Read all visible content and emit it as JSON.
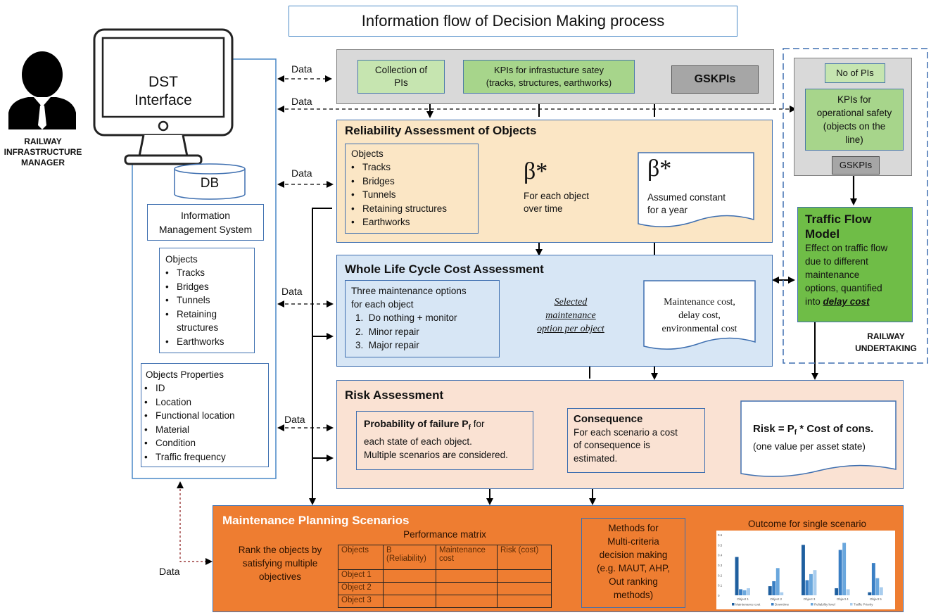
{
  "title": "Information flow of Decision Making process",
  "manager": {
    "line1": "RAILWAY",
    "line2": "INFRASTRUCTURE",
    "line3": "MANAGER"
  },
  "monitor": {
    "line1": "DST",
    "line2": "Interface"
  },
  "db": {
    "label": "DB",
    "ims_line1": "Information",
    "ims_line2": "Management System"
  },
  "db_objects": {
    "heading": "Objects",
    "items": [
      "Tracks",
      "Bridges",
      "Tunnels",
      "Retaining structures",
      "Earthworks"
    ]
  },
  "db_props": {
    "heading": "Objects Properties",
    "items": [
      "ID",
      "Location",
      "Functional location",
      "Material",
      "Condition",
      "Traffic frequency"
    ]
  },
  "data_labels": [
    "Data",
    "Data",
    "Data",
    "Data",
    "Data",
    "Data"
  ],
  "kpi_row": {
    "collection_line1": "Collection of",
    "collection_line2": "PIs",
    "kpis_line1": "KPIs for infrastucture satey",
    "kpis_line2": "(tracks, structures, earthworks)",
    "gskpis": "GSKPIs"
  },
  "reliability": {
    "heading": "Reliability Assessment of Objects",
    "objects_heading": "Objects",
    "objects": [
      "Tracks",
      "Bridges",
      "Tunnels",
      "Retaining structures",
      "Earthworks"
    ],
    "beta1_symbol": "β*",
    "beta1_line1": "For each object",
    "beta1_line2": "over time",
    "beta2_symbol": "β*",
    "beta2_line1": "Assumed constant",
    "beta2_line2": "for a year"
  },
  "wlcc": {
    "heading": "Whole Life Cycle Cost Assessment",
    "options_line1": "Three maintenance options",
    "options_line2": "for each object",
    "options": [
      "1.  Do nothing + monitor",
      "2.  Minor repair",
      "3.  Major repair"
    ],
    "selected_line1": "Selected",
    "selected_line2": "maintenance",
    "selected_line3": "option per object",
    "costs_line1": "Maintenance cost,",
    "costs_line2": "delay cost,",
    "costs_line3": "environmental cost"
  },
  "risk": {
    "heading": "Risk Assessment",
    "pof_bold": "Probability of failure P",
    "pof_sub": "f",
    "pof_rest": " for",
    "pof_line2": "each state of each object.",
    "pof_line3": "Multiple scenarios are considered.",
    "cons_heading": "Consequence",
    "cons_line1": "For each scenario a cost",
    "cons_line2": "of consequence is",
    "cons_line3": "estimated.",
    "risk_bold": "Risk = P",
    "risk_sub": "f",
    "risk_rest": " * Cost of cons.",
    "risk_line2": "(one value per asset state)"
  },
  "operator": {
    "no_pis": "No of PIs",
    "kpis_line1": "KPIs for",
    "kpis_line2": "operational safety",
    "kpis_line3": "(objects on the",
    "kpis_line4": "line)",
    "gskpis": "GSKPIs",
    "tfm_line1": "Traffic Flow",
    "tfm_line2": "Model",
    "tfm_desc1": "Effect on traffic flow",
    "tfm_desc2": "due to different",
    "tfm_desc3": "maintenance",
    "tfm_desc4": "options, quantified",
    "tfm_desc5_pre": "into ",
    "tfm_desc5_em": "delay cost",
    "undertaking_line1": "RAILWAY",
    "undertaking_line2": "UNDERTAKING"
  },
  "planning": {
    "heading": "Maintenance Planning Scenarios",
    "rank_line1": "Rank the objects by",
    "rank_line2": "satisfying multiple",
    "rank_line3": "objectives",
    "matrix_title": "Performance matrix",
    "matrix_headers": [
      "Objects",
      "B (Reliability)",
      "Maintenance cost",
      "Risk (cost)"
    ],
    "matrix_rows": [
      "Object 1",
      "Object 2",
      "Object 3"
    ],
    "methods_line1": "Methods for",
    "methods_line2": "Multi-criteria",
    "methods_line3": "decision making",
    "methods_line4": "(e.g. MAUT, AHP,",
    "methods_line5": "Out ranking",
    "methods_line6": "methods)",
    "outcome_title": "Outcome for single scenario"
  },
  "outcome_chart": {
    "categories": [
      "Object 1",
      "Object 2",
      "Object 3",
      "Object 4",
      "Object 5"
    ],
    "series_colors": [
      "#1f5f9f",
      "#3a7fc4",
      "#6aa7dd",
      "#a9cdee"
    ],
    "values": [
      [
        0.38,
        0.06,
        0.05,
        0.07
      ],
      [
        0.09,
        0.14,
        0.27,
        0.03
      ],
      [
        0.5,
        0.15,
        0.21,
        0.25
      ],
      [
        0.07,
        0.45,
        0.52,
        0.06
      ],
      [
        0.03,
        0.32,
        0.17,
        0.08
      ]
    ],
    "ylim": [
      0,
      0.6
    ],
    "yticks": [
      "0.6",
      "0.5",
      "0.4",
      "0.3",
      "0.2",
      "0.1",
      "0"
    ],
    "legend": [
      "Maintenance cost",
      "Downtime",
      "Reliability level",
      "Traffic Priority"
    ]
  },
  "colors": {
    "orange": "#ee7d31",
    "green": "#c6e5b0",
    "yellow": "#fbe6c5",
    "blue": "#d7e6f5",
    "peach": "#fae2d3"
  }
}
